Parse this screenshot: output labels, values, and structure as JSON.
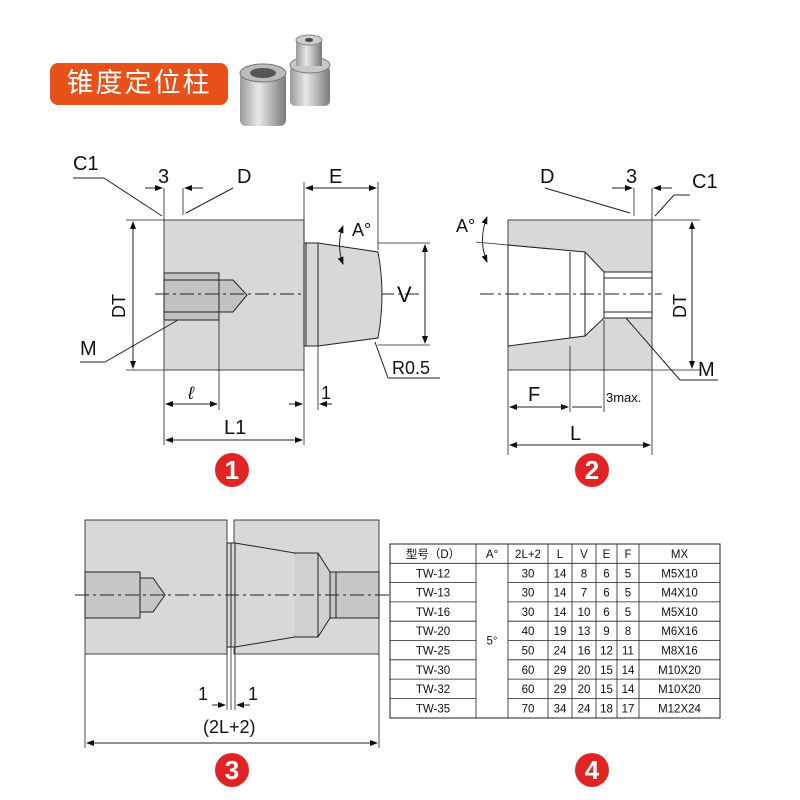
{
  "title": "锥度定位柱",
  "colors": {
    "title_bg": "#e8511a",
    "part_fill": "#d8d8d8",
    "badge": "#e02424"
  },
  "diagram1": {
    "labels": {
      "c1": "C1",
      "three": "3",
      "d": "D",
      "e": "E",
      "a": "A°",
      "v": "V",
      "m": "M",
      "r": "R0.5",
      "ell": "ℓ",
      "one": "1",
      "l1": "L1",
      "dt": "DT"
    },
    "badge": "1"
  },
  "diagram2": {
    "labels": {
      "d": "D",
      "three": "3",
      "c1": "C1",
      "a": "A°",
      "dt": "DT",
      "m": "M",
      "f": "F",
      "threemax": "3max.",
      "l": "L"
    },
    "badge": "2"
  },
  "diagram3": {
    "labels": {
      "one_left": "1",
      "one_right": "1",
      "dim": "(2L+2)"
    },
    "badge": "3"
  },
  "table": {
    "headers": [
      "型号（D）",
      "A°",
      "2L+2",
      "L",
      "V",
      "E",
      "F",
      "MX"
    ],
    "angle": "5°",
    "rows": [
      [
        "TW-12",
        "30",
        "14",
        "8",
        "6",
        "5",
        "M5X10"
      ],
      [
        "TW-13",
        "30",
        "14",
        "7",
        "6",
        "5",
        "M4X10"
      ],
      [
        "TW-16",
        "30",
        "14",
        "10",
        "6",
        "5",
        "M5X10"
      ],
      [
        "TW-20",
        "40",
        "19",
        "13",
        "9",
        "8",
        "M6X16"
      ],
      [
        "TW-25",
        "50",
        "24",
        "16",
        "12",
        "11",
        "M8X16"
      ],
      [
        "TW-30",
        "60",
        "29",
        "20",
        "15",
        "14",
        "M10X20"
      ],
      [
        "TW-32",
        "60",
        "29",
        "20",
        "15",
        "14",
        "M10X20"
      ],
      [
        "TW-35",
        "70",
        "34",
        "24",
        "18",
        "17",
        "M12X24"
      ]
    ],
    "badge": "4"
  }
}
